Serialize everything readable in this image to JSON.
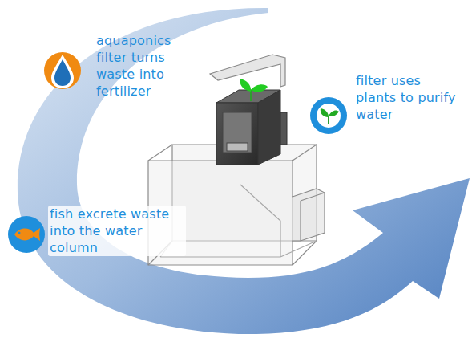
{
  "diagram": {
    "labels": [
      "aquaponics filter turns waste into fertilizer",
      "filter uses plants to purify water",
      "fish excrete waste into the water column"
    ]
  }
}
